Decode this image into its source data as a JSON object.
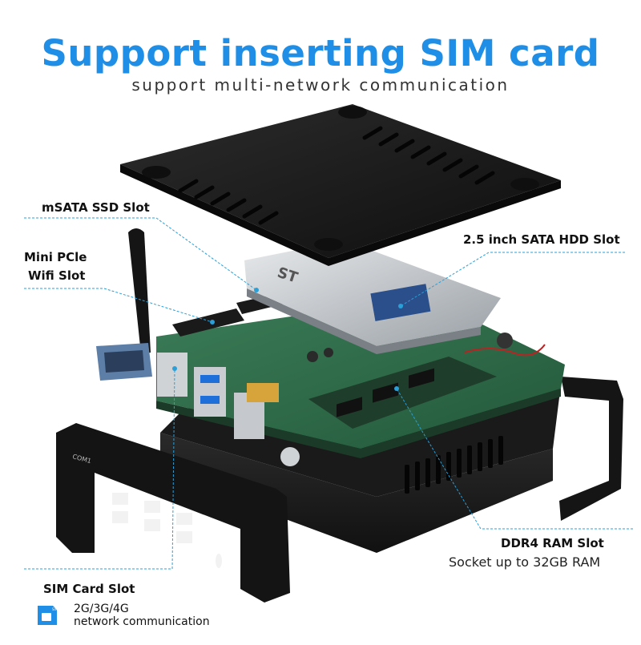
{
  "header": {
    "title": "Support inserting SIM card",
    "subtitle": "support multi-network communication"
  },
  "callouts": {
    "msata": "mSATA SSD Slot",
    "minipcie_line1": "Mini PCle",
    "minipcie_line2": "Wifi Slot",
    "hdd": "2.5 inch SATA HDD Slot",
    "ddr4_title": "DDR4 RAM Slot",
    "ddr4_detail": "Socket up to 32GB RAM",
    "simslot": "SIM Card Slot",
    "sim_network_line1": "2G/3G/4G",
    "sim_network_line2": "network communication"
  },
  "hardware_marks": {
    "hdd_label": "ST",
    "bracket_port": "COM1",
    "sim_icon_text": "SIM"
  },
  "colors": {
    "accent": "#1e8ee6",
    "callout_line": "#2a9fd8",
    "case": "#1c1c1c",
    "pcb": "#2e6a48"
  }
}
